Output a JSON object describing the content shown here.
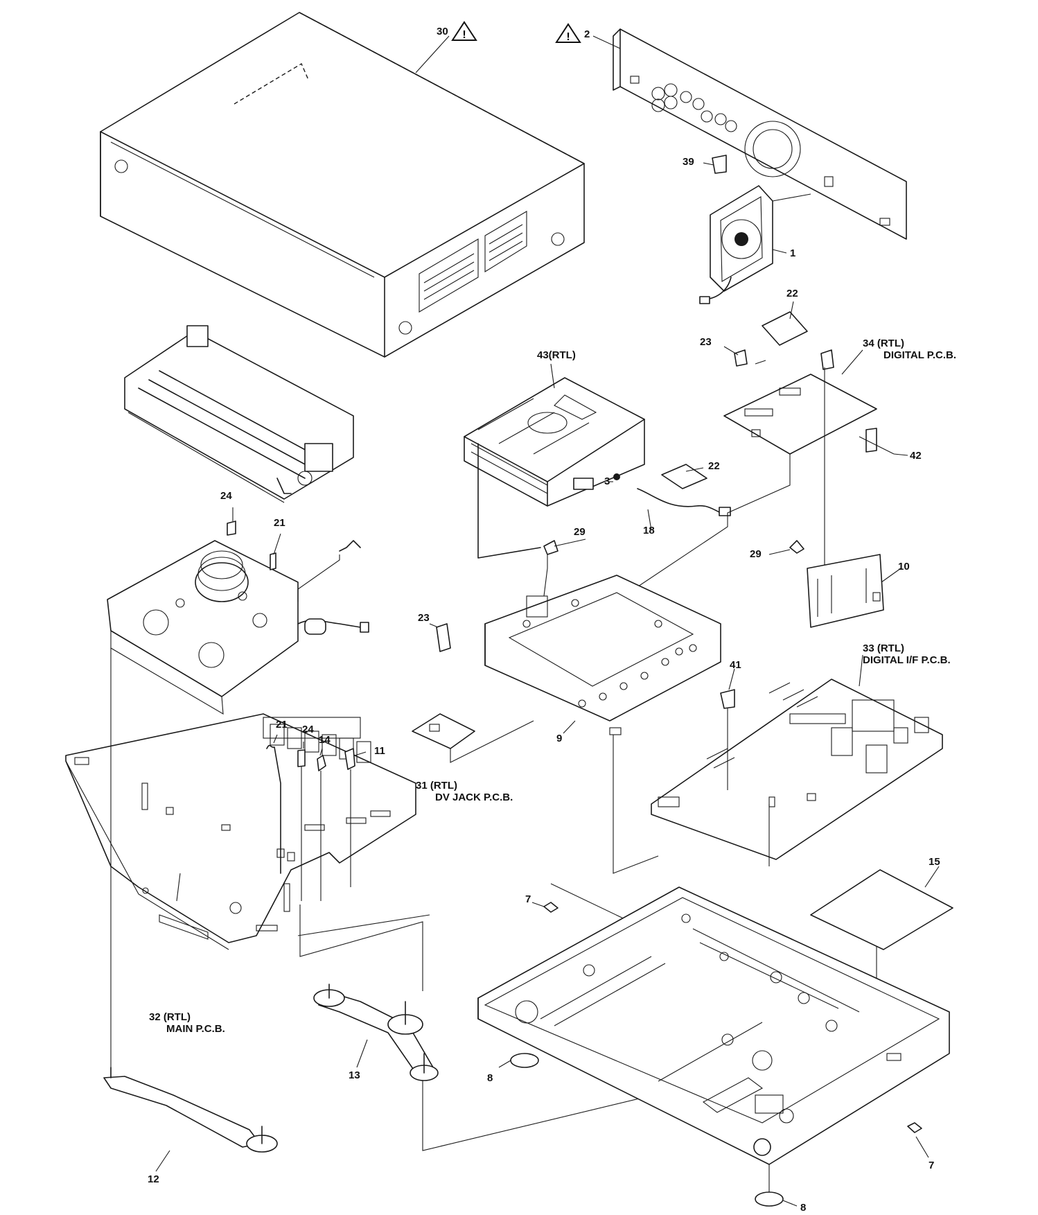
{
  "callouts": {
    "c30": "30",
    "c2": "2",
    "c39": "39",
    "c1": "1",
    "c22a": "22",
    "c23a": "23",
    "c34": "34 (RTL)",
    "c34b": "DIGITAL P.C.B.",
    "c43": "43(RTL)",
    "c22b": "22",
    "c3": "3",
    "c18": "18",
    "c42": "42",
    "c24a": "24",
    "c21a": "21",
    "c29a": "29",
    "c29b": "29",
    "c10": "10",
    "c23b": "23",
    "c33": "33 (RTL)",
    "c33b": "DIGITAL I/F P.C.B.",
    "c41": "41",
    "c9": "9",
    "c31": "31 (RTL)",
    "c31b": "DV JACK P.C.B.",
    "c21b": "21",
    "c24b": "24",
    "c14": "14",
    "c11": "11",
    "c15": "15",
    "c7a": "7",
    "c32": "32 (RTL)",
    "c32b": "MAIN P.C.B.",
    "c13": "13",
    "c8a": "8",
    "c12": "12",
    "c7b": "7",
    "c8b": "8"
  },
  "warnings": {
    "symbol": "!"
  }
}
